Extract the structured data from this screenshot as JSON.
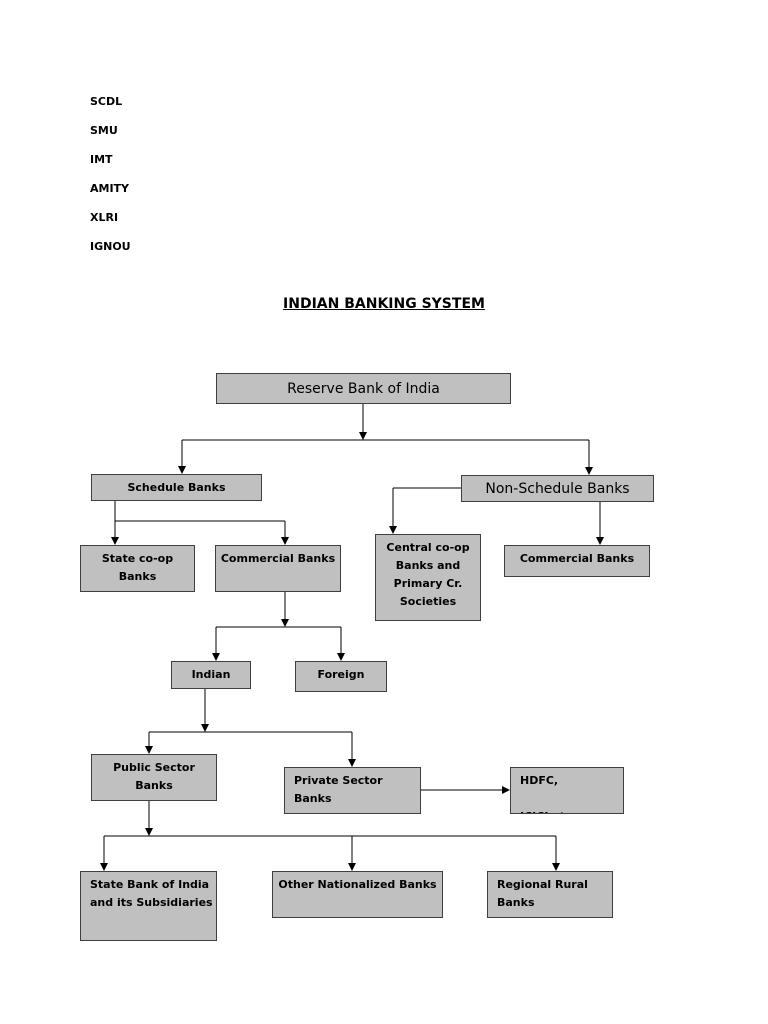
{
  "institutes": [
    "SCDL",
    "SMU",
    "IMT",
    "AMITY",
    "XLRI",
    "IGNOU"
  ],
  "title": "INDIAN BANKING SYSTEM",
  "nodes": {
    "rbi": "Reserve Bank of India",
    "schedule": "Schedule Banks",
    "non_schedule": "Non-Schedule Banks",
    "state_coop": "State co-op\nBanks",
    "commercial": "Commercial Banks",
    "central_coop": "Central co-op\nBanks and\nPrimary Cr.\nSocieties",
    "ns_commercial": "Commercial Banks",
    "indian": "Indian",
    "foreign": "Foreign",
    "public_sector": "Public Sector\nBanks",
    "private_sector": "Private Sector Banks",
    "hdfc": "HDFC,\n\nICICI etc.",
    "sbi": "State Bank of India\nand its Subsidiaries",
    "other_nationalized": "Other Nationalized Banks",
    "rrb": "Regional Rural\nBanks"
  },
  "colors": {
    "box_fill": "#c0c0c0",
    "box_border": "#3f3f3f",
    "line": "#000000"
  }
}
